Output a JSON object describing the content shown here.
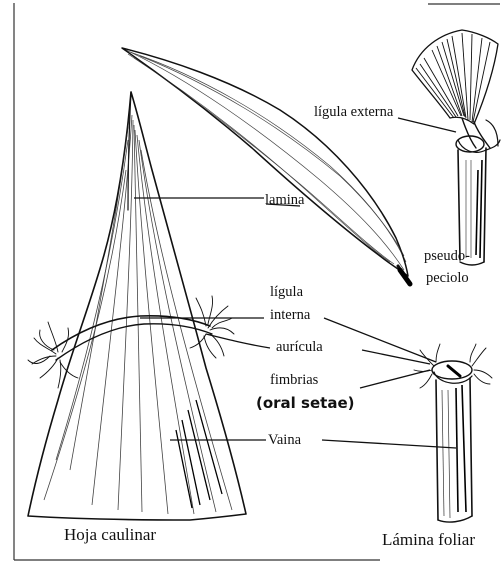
{
  "figure": {
    "labels": {
      "lamina": "lamina",
      "ligula_externa": "lígula externa",
      "pseudo": "pseudo-",
      "peciolo": "peciolo",
      "ligula": "lígula",
      "interna": "interna",
      "auricula": "aurícula",
      "fimbrias": "fimbrias",
      "oral_setae": "(oral setae)",
      "vaina": "Vaina",
      "hoja_caulinar": "Hoja caulinar",
      "lamina_foliar": "Lámina foliar"
    }
  }
}
